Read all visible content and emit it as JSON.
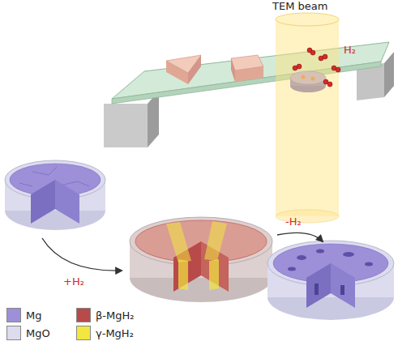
{
  "diagram": {
    "labels": [
      "TEM beam",
      "H₂",
      "+H₂",
      "-H₂"
    ],
    "legend": [
      {
        "text": "Mg",
        "color": "#9d8fd8"
      },
      {
        "text": "MgO",
        "color": "#dcdcee"
      },
      {
        "text": "β-MgH₂",
        "color": "#b94a4a"
      },
      {
        "text": "γ-MgH₂",
        "color": "#f2e640"
      }
    ]
  }
}
